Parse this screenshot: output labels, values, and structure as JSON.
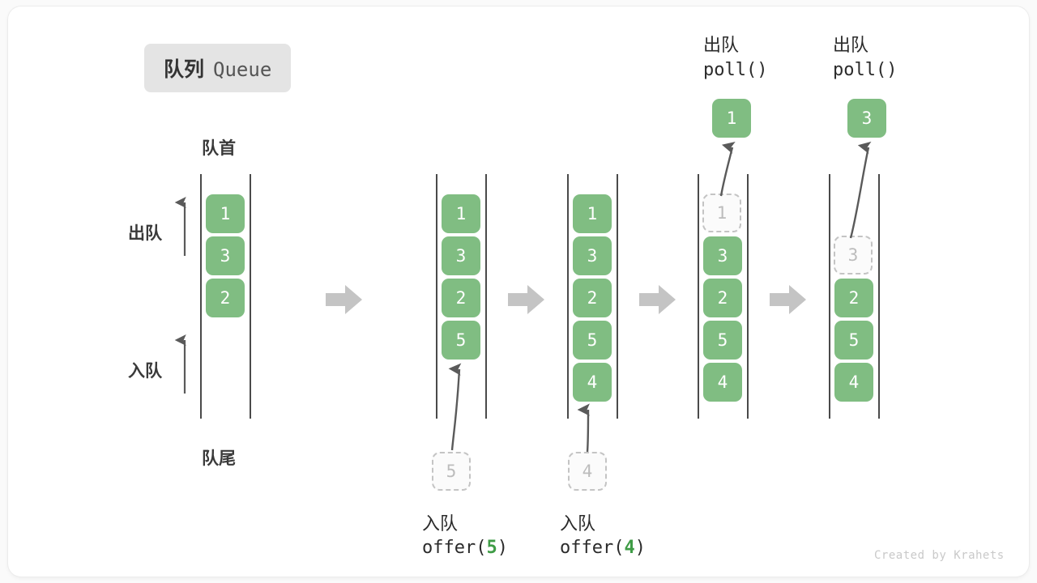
{
  "figure": {
    "title_cn": "队列",
    "title_en": "Queue",
    "credit": "Created by Krahets",
    "colors": {
      "cell_fill": "#80bd82",
      "cell_text": "#ffffff",
      "ghost_border": "#c4c4c4",
      "ghost_text": "#bcbcbc",
      "rail": "#4a4a4a",
      "block_arrow": "#c4c4c4",
      "badge_bg": "#e4e4e4",
      "accent_green": "#3f9c46",
      "credit_text": "#c9c9c9"
    }
  },
  "annotations": {
    "front_label": "队首",
    "rear_label": "队尾",
    "dequeue_label": "出队",
    "enqueue_label": "入队"
  },
  "steps": [
    {
      "id": "initial",
      "cells": [
        "1",
        "3",
        "2"
      ],
      "ghost": null,
      "incoming": null,
      "popped": null,
      "caption_cn": null,
      "caption_code": null
    },
    {
      "id": "offer-5",
      "cells": [
        "1",
        "3",
        "2",
        "5"
      ],
      "ghost": null,
      "incoming": "5",
      "popped": null,
      "caption_cn": "入队",
      "caption_code": "offer(5)",
      "caption_arg": "5"
    },
    {
      "id": "offer-4",
      "cells": [
        "1",
        "3",
        "2",
        "5",
        "4"
      ],
      "ghost": null,
      "incoming": "4",
      "popped": null,
      "caption_cn": "入队",
      "caption_code": "offer(4)",
      "caption_arg": "4"
    },
    {
      "id": "poll-1",
      "cells": [
        "3",
        "2",
        "5",
        "4"
      ],
      "ghost": {
        "value": "1",
        "slot": 0
      },
      "incoming": null,
      "popped": "1",
      "caption_cn": "出队",
      "caption_code": "poll()"
    },
    {
      "id": "poll-3",
      "cells": [
        "2",
        "5",
        "4"
      ],
      "ghost": {
        "value": "3",
        "slot": 1
      },
      "incoming": null,
      "popped": "3",
      "caption_cn": "出队",
      "caption_code": "poll()"
    }
  ],
  "transitions": [
    "→",
    "→",
    "→",
    "→"
  ]
}
